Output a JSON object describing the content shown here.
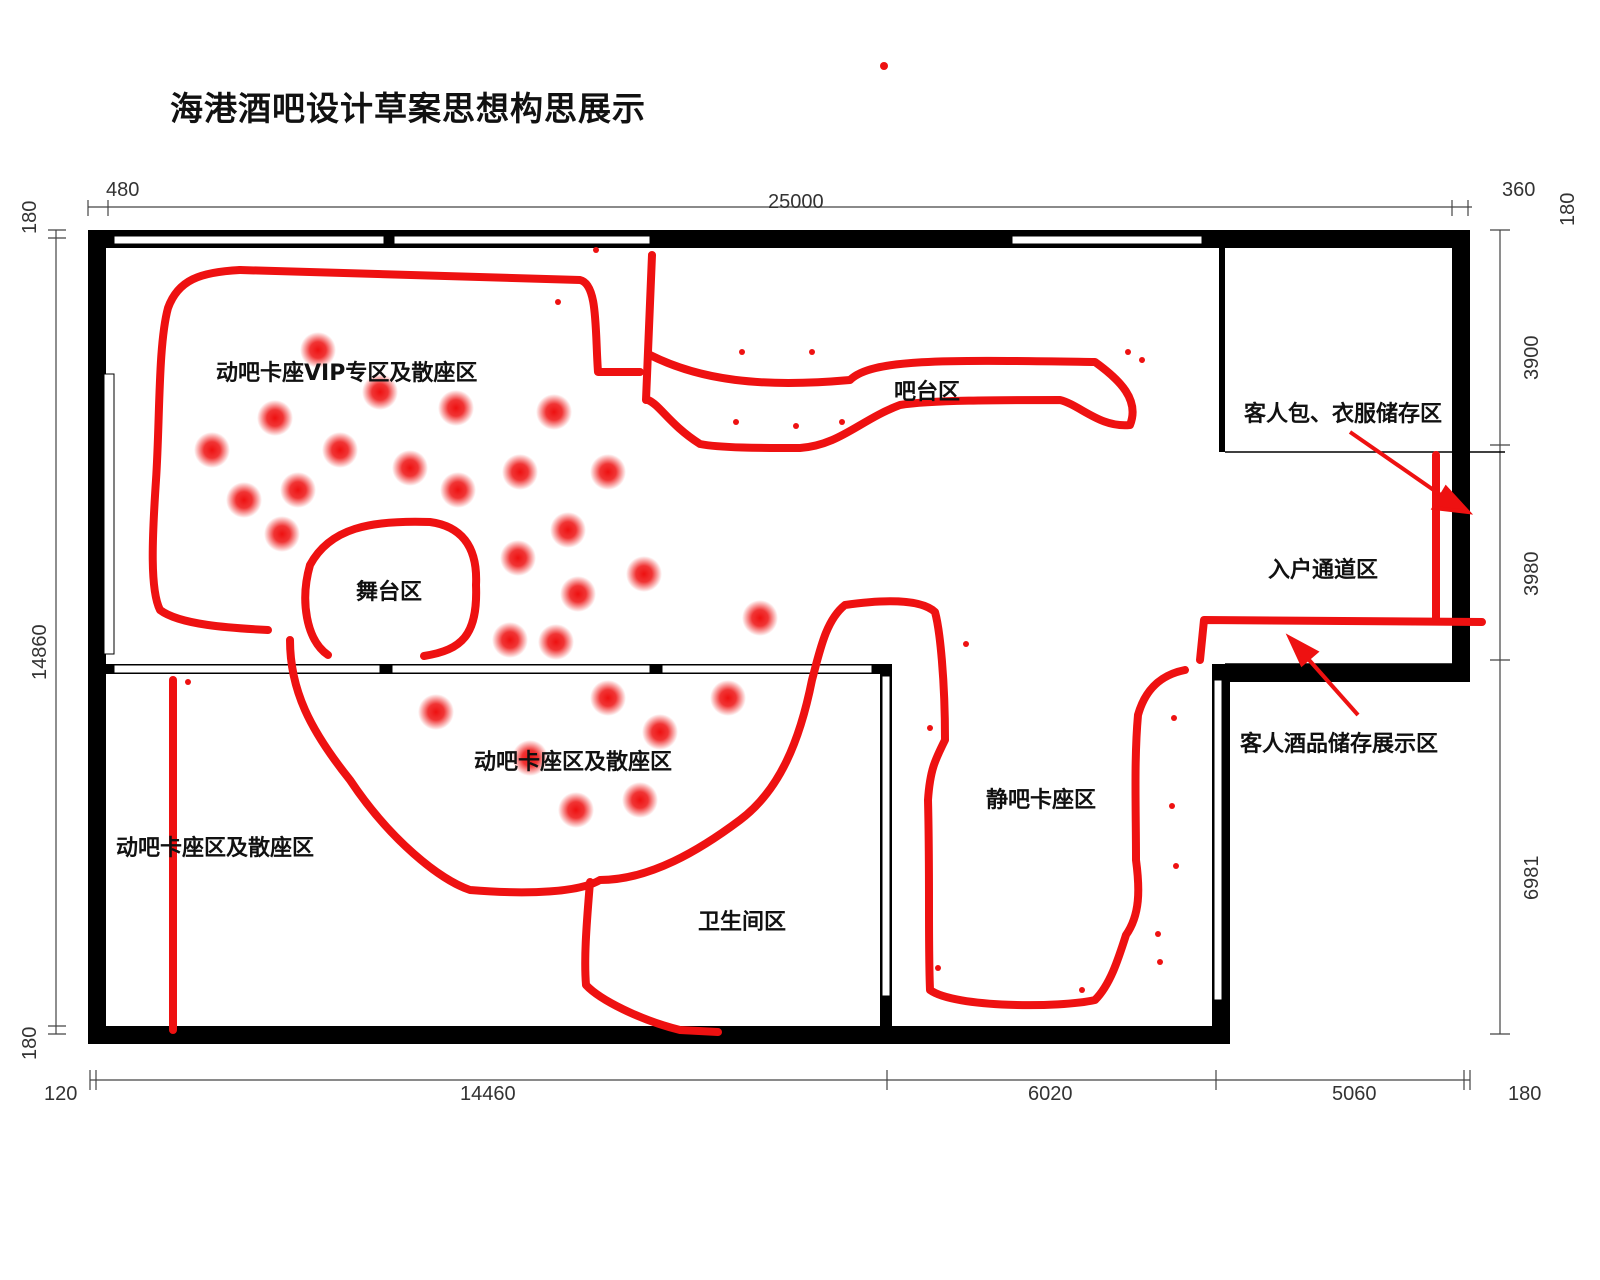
{
  "title": "海港酒吧设计草案思想构思展示",
  "zones": {
    "vip": "动吧卡座VIP专区及散座区",
    "bar": "吧台区",
    "storage_clothes": "客人包、衣服储存区",
    "entry": "入户通道区",
    "stage": "舞台区",
    "center_seating": "动吧卡座区及散座区",
    "left_seating": "动吧卡座区及散座区",
    "quiet": "静吧卡座区",
    "toilet": "卫生间区",
    "wine_storage": "客人酒品储存展示区"
  },
  "dimensions": {
    "top_left": "480",
    "top_total": "25000",
    "top_right": "360",
    "left_top": "180",
    "left_total": "14860",
    "left_bottom": "180",
    "right_top": "180",
    "right_a": "3900",
    "right_b": "3980",
    "right_c": "6981",
    "bottom_a": "120",
    "bottom_b": "14460",
    "bottom_c": "6020",
    "bottom_d": "5060",
    "bottom_e": "180"
  },
  "colors": {
    "wall": "#000000",
    "sketch": "#ee1111",
    "dimension_line": "#444444"
  }
}
